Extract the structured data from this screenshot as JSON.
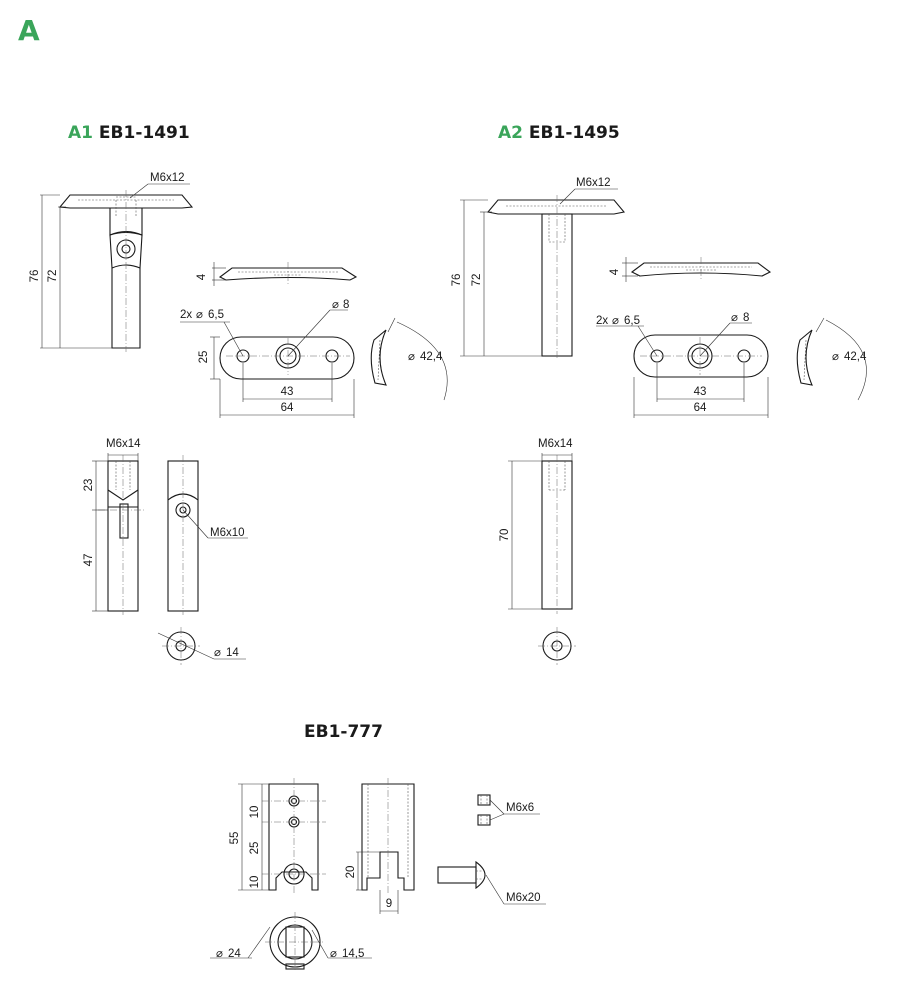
{
  "section_letter": "A",
  "accent_color": "#3aa55a",
  "products": {
    "a1": {
      "code": "A1",
      "name": "EB1-1491"
    },
    "a2": {
      "code": "A2",
      "name": "EB1-1495"
    },
    "eb777": {
      "name": "EB1-777"
    }
  },
  "dims": {
    "m6x12": "M6x12",
    "h76": "76",
    "h72": "72",
    "t4": "4",
    "holes": "2x",
    "d65": "6,5",
    "d8": "8",
    "w25": "25",
    "w43": "43",
    "w64": "64",
    "r424": "42,4",
    "m6x14": "M6x14",
    "h23": "23",
    "h47": "47",
    "m6x10": "M6x10",
    "d14": "14",
    "h70": "70",
    "h55": "55",
    "h10": "10",
    "h25": "25",
    "h20": "20",
    "w9": "9",
    "m6x6": "M6x6",
    "m6x20": "M6x20",
    "d24": "24",
    "d145": "14,5"
  }
}
